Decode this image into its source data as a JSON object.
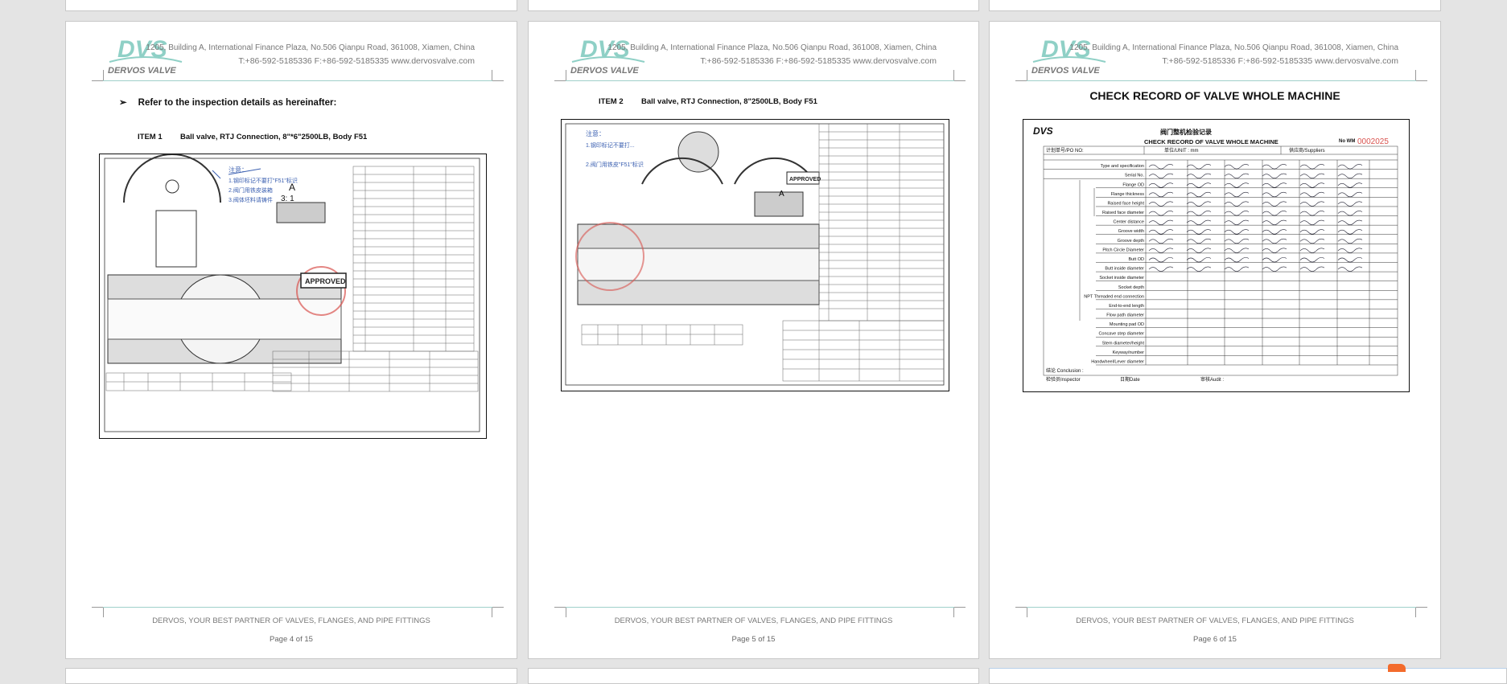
{
  "header": {
    "logo_text": "DVS",
    "logo_sub": "DERVOS VALVE",
    "address": "1205, Building A, International Finance Plaza, No.506 Qianpu Road, 361008, Xiamen, China",
    "contact": "T:+86-592-5185336   F:+86-592-5185335   www.dervosvalve.com"
  },
  "footer": {
    "slogan": "DERVOS, YOUR BEST PARTNER OF VALVES, FLANGES, AND PIPE FITTINGS"
  },
  "pages": [
    {
      "heading_bullet": "➢",
      "heading": "Refer to the inspection details as hereinafter:",
      "item_no": "ITEM 1",
      "item_desc": "Ball valve, RTJ Connection, 8\"*6\"2500LB, Body F51",
      "stamp": "APPROVED",
      "page_label": "Page 4 of 15"
    },
    {
      "item_no": "ITEM 2",
      "item_desc": "Ball valve, RTJ Connection, 8\"2500LB, Body F51",
      "stamp": "APPROVED",
      "page_label": "Page 5 of 15"
    },
    {
      "title": "CHECK RECORD OF VALVE WHOLE MACHINE",
      "record_title_cn": "阀门整机检验记录",
      "record_title": "CHECK RECORD OF VALVE WHOLE MACHINE",
      "record_no": "No WM",
      "record_number": "0002025",
      "po_label": "计划单号/PO NO:",
      "unit_label": "单位/UNIT :   mm",
      "suppliers_label": "供应商/Suppliers",
      "rows": [
        "Type and specification",
        "Serial No.",
        "Flange OD",
        "Flange thickness",
        "Raised face height",
        "Raised face diameter",
        "Center distance",
        "Groove width",
        "Groove depth",
        "Pitch Circle Diameter",
        "Butt OD",
        "Butt inside diameter",
        "Socket inside diameter",
        "Socket depth",
        "NPT Threaded end connection",
        "End-to-end length",
        "Flow path diameter",
        "Mounting pad OD",
        "Concave step diameter",
        "Stem diameter/height",
        "Keyway/number",
        "Handwheel/Lever diameter"
      ],
      "conclusion": "结论 Conclusion :",
      "inspector": "检验员Inspector",
      "date": "日期Date",
      "audit": "审核Audit :",
      "page_label": "Page 6 of 15"
    }
  ]
}
